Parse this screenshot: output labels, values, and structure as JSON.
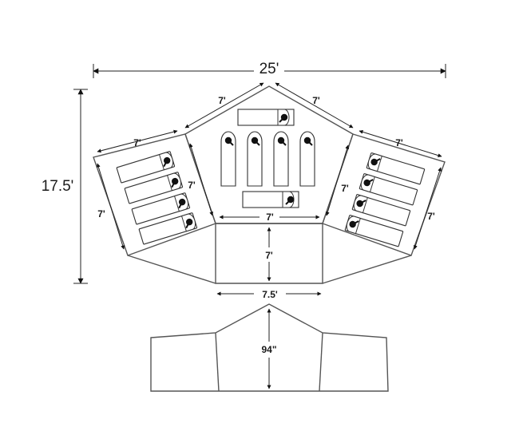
{
  "diagram": {
    "overall_width": "25'",
    "overall_depth": "17.5'",
    "left_wing": {
      "top_edge": "7'",
      "inner_edge": "7'",
      "outer_edge": "7'"
    },
    "center_pod": {
      "left_edge": "7'",
      "right_edge": "7'"
    },
    "right_wing": {
      "top_edge": "7'",
      "inner_edge": "7'",
      "outer_edge": "7'"
    },
    "vestibule": {
      "width": "7'",
      "depth": "7'",
      "base_width": "7.5'"
    },
    "front_elevation": {
      "center_height": "94\""
    }
  },
  "colors": {
    "line": "#555555",
    "text": "#1a1a1a",
    "background": "#ffffff"
  }
}
